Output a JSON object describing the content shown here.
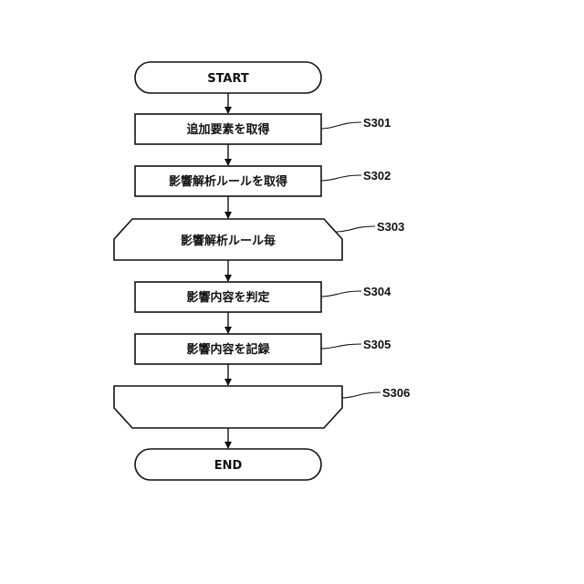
{
  "flowchart": {
    "start": "START",
    "end": "END",
    "steps": [
      {
        "id": "S301",
        "label": "追加要素を取得"
      },
      {
        "id": "S302",
        "label": "影響解析ルールを取得"
      },
      {
        "id": "S303",
        "label": "影響解析ルール毎"
      },
      {
        "id": "S304",
        "label": "影響内容を判定"
      },
      {
        "id": "S305",
        "label": "影響内容を記録"
      },
      {
        "id": "S306",
        "label": ""
      }
    ]
  }
}
